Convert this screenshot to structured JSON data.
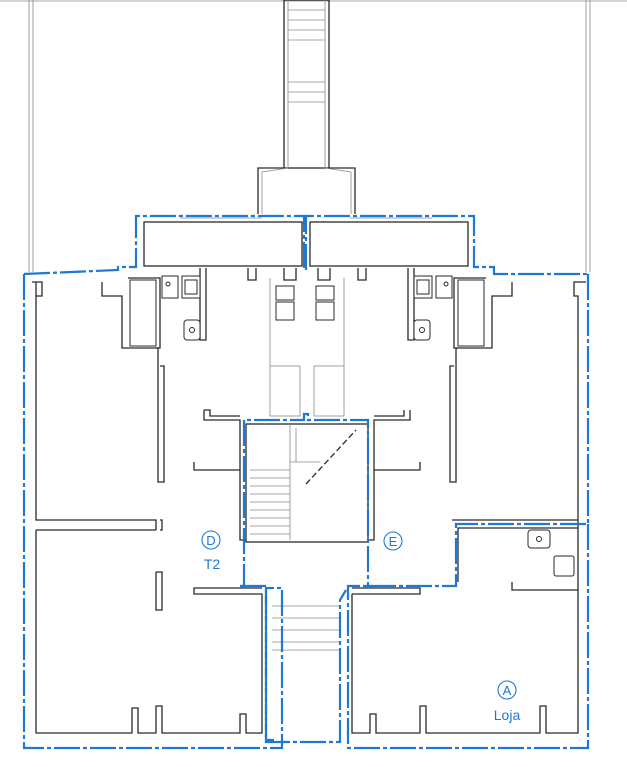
{
  "colors": {
    "boundary": "#1f78d1",
    "walls": "#2a2a2a",
    "label": "#1f78d1"
  },
  "units": {
    "D": {
      "letter": "D",
      "caption": "T2"
    },
    "E": {
      "letter": "E",
      "caption": ""
    },
    "A": {
      "letter": "A",
      "caption": "Loja"
    }
  }
}
